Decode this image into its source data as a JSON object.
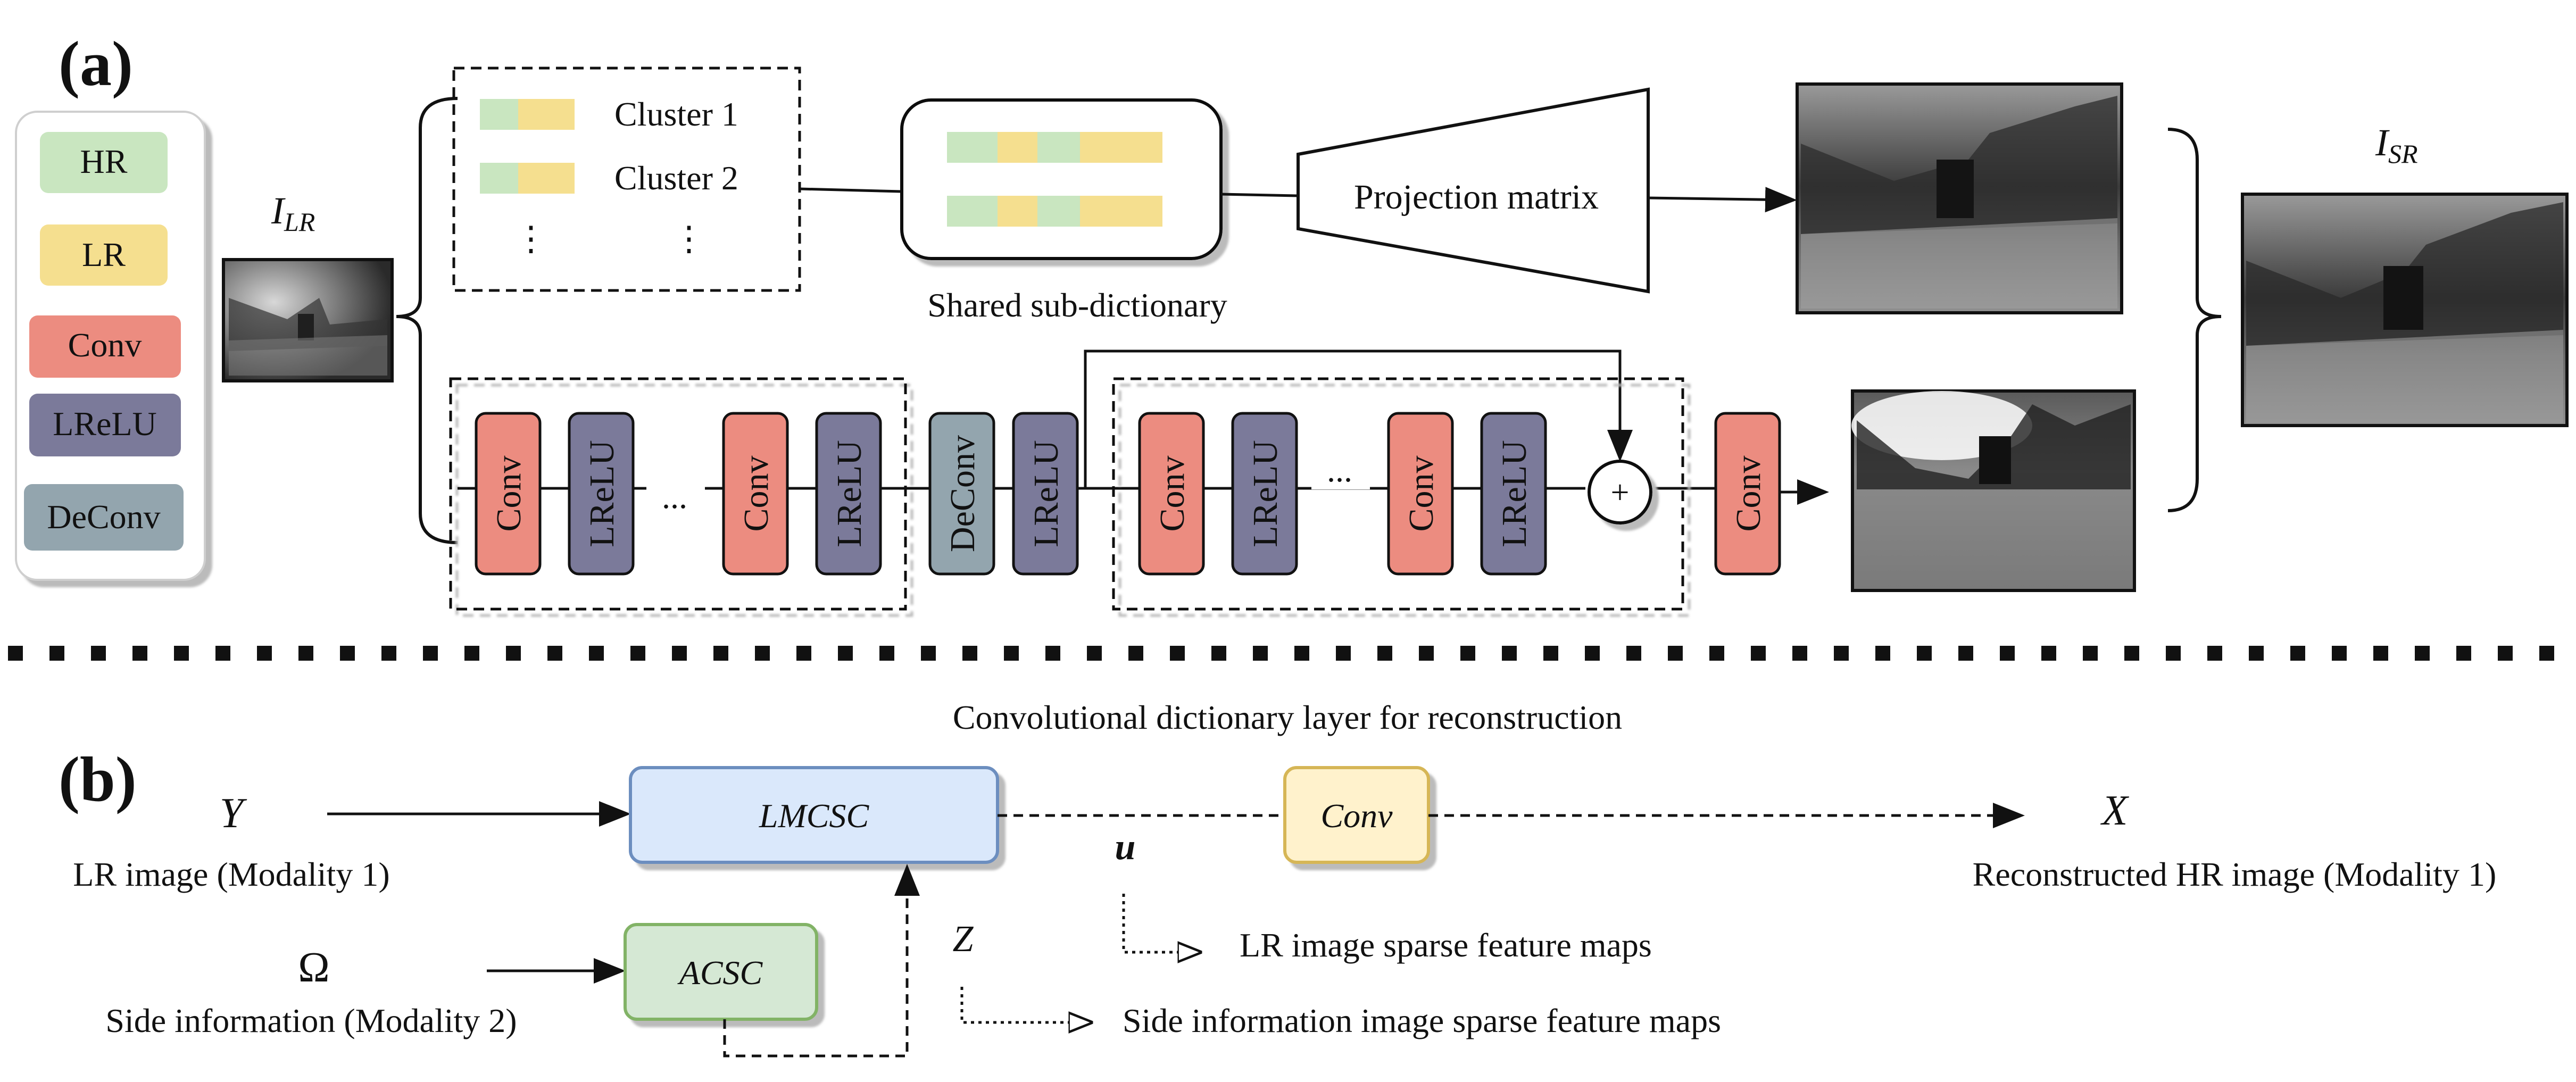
{
  "panel_a": {
    "label": "(a)",
    "legend": [
      {
        "key": "hr",
        "label": "HR",
        "color": "#c9e6c0"
      },
      {
        "key": "lr",
        "label": "LR",
        "color": "#f5df8f"
      },
      {
        "key": "conv",
        "label": "Conv",
        "color": "#ec8c80"
      },
      {
        "key": "lrelu",
        "label": "LReLU",
        "color": "#7b7a9a"
      },
      {
        "key": "deconv",
        "label": "DeConv",
        "color": "#93a5ae"
      }
    ],
    "input_label": "I",
    "input_sub": "LR",
    "output_label": "I",
    "output_sub": "SR",
    "clusters": [
      "Cluster 1",
      "Cluster 2"
    ],
    "ellipsis": "⋮",
    "shared_dict_label": "Shared sub-dictionary",
    "projection_label": "Projection matrix",
    "blocks": {
      "conv": "Conv",
      "lrelu": "LReLU",
      "deconv": "DeConv",
      "dots": "...",
      "plus": "+"
    }
  },
  "panel_b": {
    "label": "(b)",
    "caption": "Convolutional dictionary layer for reconstruction",
    "y_symbol": "Y",
    "y_label": "LR image (Modality 1)",
    "omega_symbol": "Ω",
    "omega_label": "Side information (Modality 2)",
    "lmcsc": "LMCSC",
    "acsc": "ACSC",
    "conv": "Conv",
    "u_symbol": "u",
    "z_symbol": "Z",
    "x_symbol": "X",
    "x_label": "Reconstructed HR image (Modality 1)",
    "u_desc": "LR image sparse feature maps",
    "z_desc": "Side information image sparse feature maps"
  }
}
